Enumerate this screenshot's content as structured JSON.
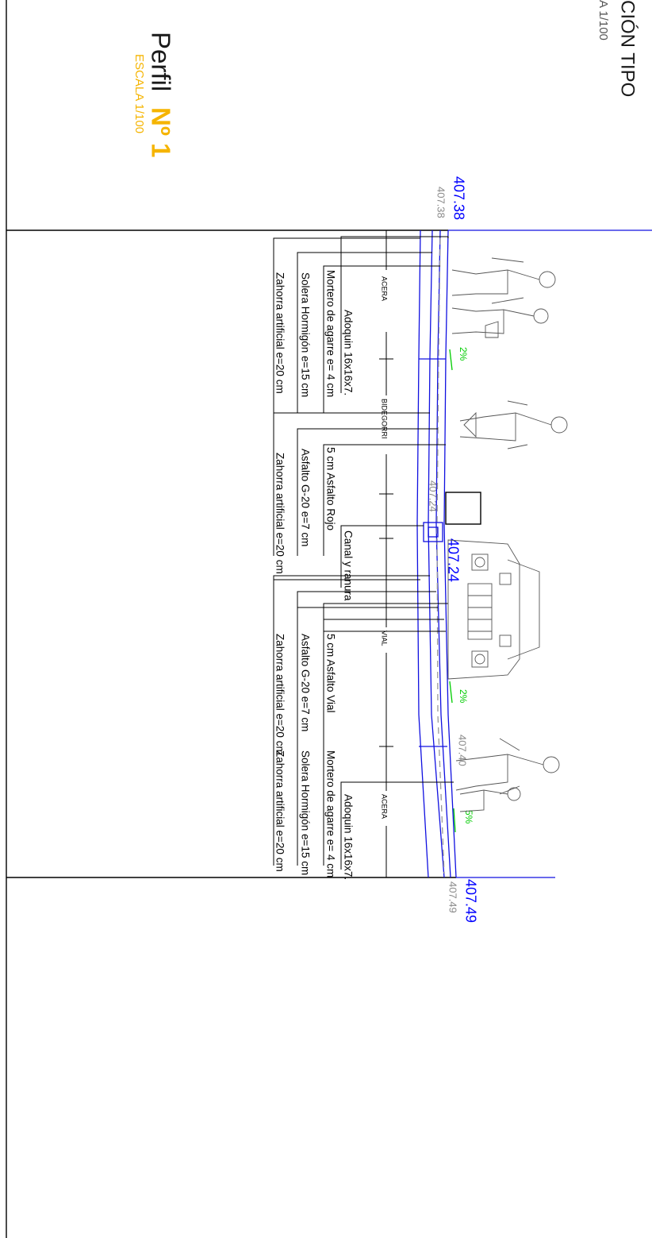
{
  "header": {
    "title_prefix": "Perfil",
    "title_number": "Nº 1",
    "scale": "ESCALA 1/100",
    "section_title": "CIÓN TIPO",
    "section_scale": "A 1/100"
  },
  "levels": {
    "left_top_blue": "407.38",
    "left_top_gray": "407.38",
    "channel_gray": "407.24",
    "channel_blue": "407.24",
    "mid_gray": "407.40",
    "right_blue": "407.49",
    "right_gray": "407.49"
  },
  "slopes": [
    "2%",
    "2%",
    "5%"
  ],
  "zones": {
    "acera_left": "ACERA",
    "bidegorri": "BIDEGORRI",
    "vial": "VIAL",
    "acera_right": "ACERA"
  },
  "layers": {
    "acera_left": [
      "Adoquin 16x16x7.",
      "Mortero de agarre e= 4 cm",
      "Solera Hormigón e=15 cm",
      "Zahorra artificial e=20 cm"
    ],
    "bidegorri": [
      "5 cm Asfalto Rojo",
      "Asfalto G-20 e=7 cm",
      "Zahorra artificial e=20 cm"
    ],
    "channel": "Canal y ranura",
    "vial": [
      "5 cm Asfalto Vial",
      "Asfalto G-20 e=7 cm",
      "Zahorra artificial e=20 cm"
    ],
    "acera_right": [
      "Adoquin 16x16x7.",
      "Mortero de agarre e= 4 cm",
      "Solera Hormigón e=15 cm",
      "Zahorra artificial e=20 cm"
    ]
  },
  "colors": {
    "accent": "#f5b400",
    "section_lines": "#1010e0",
    "slope_text": "#00cc00",
    "levels_secondary": "#8a8a8a"
  },
  "icons": [
    "pedestrian-figures",
    "cyclist-figure",
    "car-front-elevation",
    "street-furniture-box"
  ]
}
